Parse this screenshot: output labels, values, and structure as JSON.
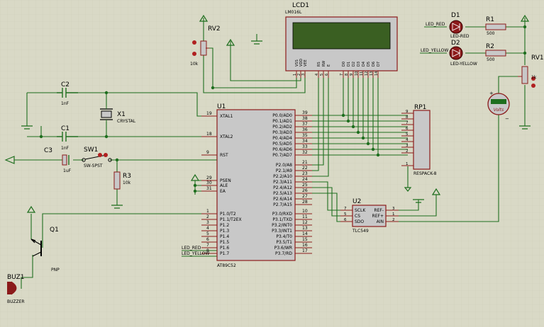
{
  "theme": {
    "background": "#d9d9c6",
    "grid": "#cfcfbc",
    "wire": "#1e6e1e",
    "part": "#8b1a1a",
    "partFill": "#c8c8c8",
    "lcdScreen": "#3a5f22",
    "pin": "#8b1a1a",
    "text": "#000000",
    "labelBlue": "#00006a",
    "ledRed": "#8b1a1a",
    "accentGreen": "#1e6e1e"
  },
  "lcd": {
    "ref": "LCD1",
    "model": "LM016L",
    "pins": [
      "VSS",
      "VDD",
      "VEE",
      "RS",
      "RW",
      "E",
      "D0",
      "D1",
      "D2",
      "D3",
      "D4",
      "D5",
      "D6",
      "D7"
    ],
    "pinNumbers": [
      "1",
      "2",
      "3",
      "4",
      "5",
      "6",
      "7",
      "8",
      "9",
      "10",
      "11",
      "12",
      "13",
      "14"
    ]
  },
  "mcu": {
    "ref": "U1",
    "model": "AT89C52",
    "leftPins": [
      {
        "num": "19",
        "name": "XTAL1"
      },
      {
        "num": "18",
        "name": "XTAL2"
      },
      {
        "num": "9",
        "name": "RST"
      },
      {
        "num": "29",
        "name": "PSEN"
      },
      {
        "num": "30",
        "name": "ALE"
      },
      {
        "num": "31",
        "name": "EA"
      },
      {
        "num": "1",
        "name": "P1.0/T2"
      },
      {
        "num": "2",
        "name": "P1.1/T2EX"
      },
      {
        "num": "3",
        "name": "P1.2"
      },
      {
        "num": "4",
        "name": "P1.3"
      },
      {
        "num": "5",
        "name": "P1.4"
      },
      {
        "num": "6",
        "name": "P1.5"
      },
      {
        "num": "7",
        "name": "P1.6"
      },
      {
        "num": "8",
        "name": "P1.7"
      }
    ],
    "rightPins": [
      {
        "num": "39",
        "name": "P0.0/AD0"
      },
      {
        "num": "38",
        "name": "P0.1/AD1"
      },
      {
        "num": "37",
        "name": "P0.2/AD2"
      },
      {
        "num": "36",
        "name": "P0.3/AD3"
      },
      {
        "num": "35",
        "name": "P0.4/AD4"
      },
      {
        "num": "34",
        "name": "P0.5/AD5"
      },
      {
        "num": "33",
        "name": "P0.6/AD6"
      },
      {
        "num": "32",
        "name": "P0.7/AD7"
      },
      {
        "num": "21",
        "name": "P2.0/A8"
      },
      {
        "num": "22",
        "name": "P2.1/A9"
      },
      {
        "num": "23",
        "name": "P2.2/A10"
      },
      {
        "num": "24",
        "name": "P2.3/A11"
      },
      {
        "num": "25",
        "name": "P2.4/A12"
      },
      {
        "num": "26",
        "name": "P2.5/A13"
      },
      {
        "num": "27",
        "name": "P2.6/A14"
      },
      {
        "num": "28",
        "name": "P2.7/A15"
      },
      {
        "num": "10",
        "name": "P3.0/RXD"
      },
      {
        "num": "11",
        "name": "P3.1/TXD"
      },
      {
        "num": "12",
        "name": "P3.2/INT0"
      },
      {
        "num": "13",
        "name": "P3.3/INT1"
      },
      {
        "num": "14",
        "name": "P3.4/T0"
      },
      {
        "num": "15",
        "name": "P3.5/T1"
      },
      {
        "num": "16",
        "name": "P3.6/WR"
      },
      {
        "num": "17",
        "name": "P3.7/RD"
      }
    ]
  },
  "adc": {
    "ref": "U2",
    "model": "TLC549",
    "leftPins": [
      {
        "num": "7",
        "name": "SCLK"
      },
      {
        "num": "5",
        "name": "CS"
      },
      {
        "num": "6",
        "name": "SDO"
      }
    ],
    "rightPins": [
      {
        "num": "3",
        "name": "REF-"
      },
      {
        "num": "1",
        "name": "REF+"
      },
      {
        "num": "2",
        "name": "AIN"
      }
    ]
  },
  "rp1": {
    "ref": "RP1",
    "model": "RESPACK-8",
    "pins": [
      "9",
      "8",
      "7",
      "6",
      "5",
      "4",
      "3",
      "2",
      "1"
    ]
  },
  "rv2": {
    "ref": "RV2",
    "value": "10k"
  },
  "rv1": {
    "ref": "RV1",
    "value": "1k"
  },
  "c1": {
    "ref": "C1",
    "value": "1nF"
  },
  "c2": {
    "ref": "C2",
    "value": "1nF"
  },
  "c3": {
    "ref": "C3",
    "value": "1uF"
  },
  "x1": {
    "ref": "X1",
    "value": "CRYSTAL"
  },
  "sw1": {
    "ref": "SW1",
    "value": "SW-SPST"
  },
  "r3": {
    "ref": "R3",
    "value": "10k"
  },
  "q1": {
    "ref": "Q1",
    "value": "PNP"
  },
  "buz1": {
    "ref": "BUZ1",
    "value": "BUZZER"
  },
  "d1": {
    "ref": "D1",
    "value": "LED-RED"
  },
  "d2": {
    "ref": "D2",
    "value": "LED-YELLOW"
  },
  "r1": {
    "ref": "R1",
    "value": "500"
  },
  "r2": {
    "ref": "R2",
    "value": "500"
  },
  "voltmeter": {
    "label": "Volts"
  },
  "netLabels": {
    "ledRedTop": "LED_RED",
    "ledYellowTop": "LED_YELLOW",
    "ledRedMcu": "LED_RED",
    "ledYellowMcu": "LED_YELLOW"
  }
}
